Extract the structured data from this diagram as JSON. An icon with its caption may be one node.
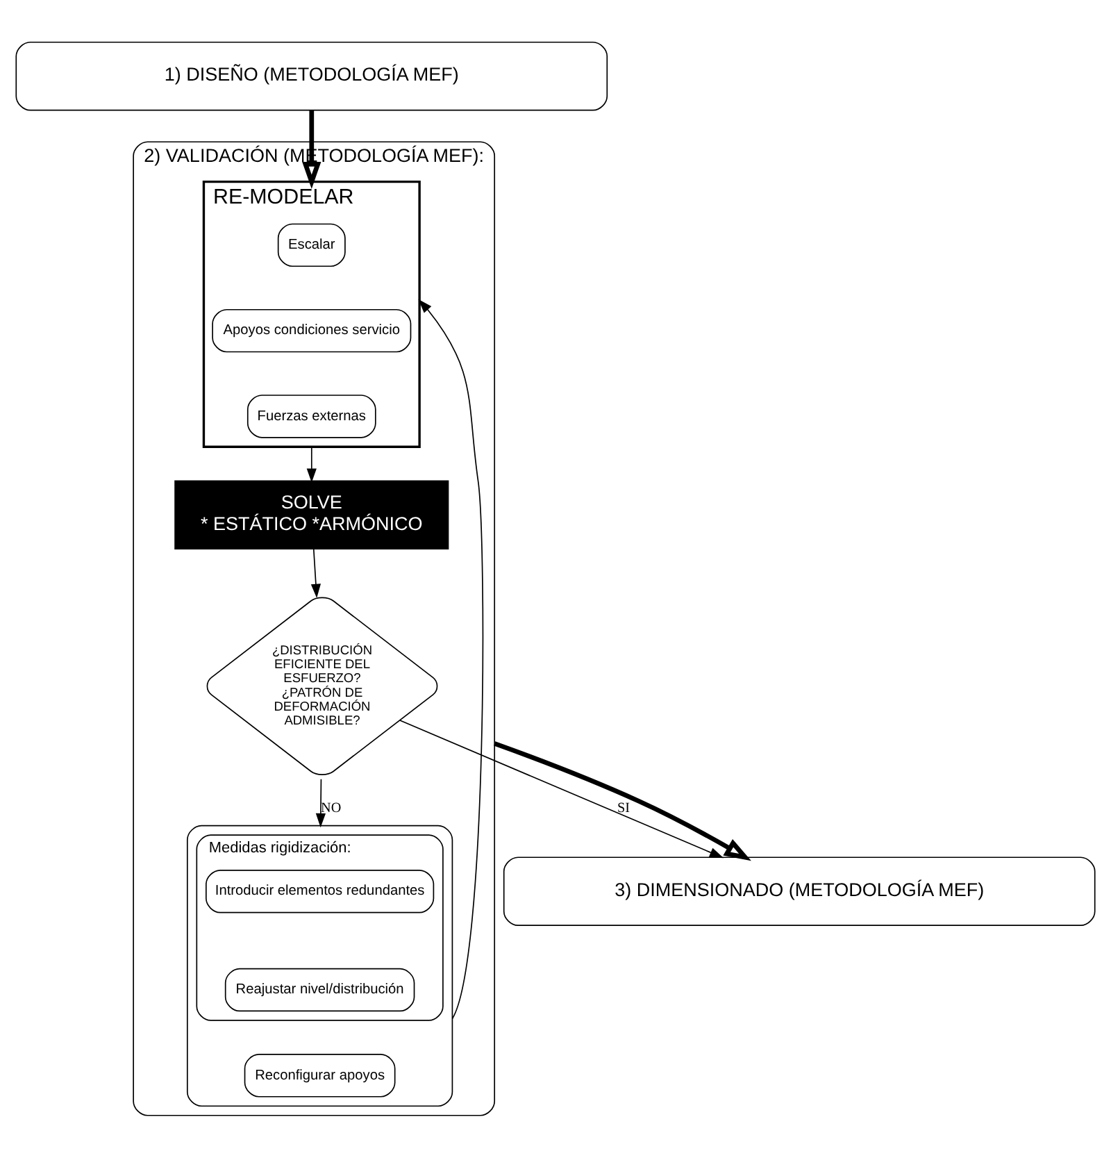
{
  "diagram": {
    "nodes": [
      {
        "text": [
          "1) DISEÑO (METODOLOGÍA MEF)"
        ]
      },
      {
        "text": [
          "2) VALIDACIÓN (METODOLOGÍA MEF):"
        ]
      },
      {
        "text": [
          "RE-MODELAR"
        ],
        "in": 1
      },
      {
        "text": [
          "Escalar"
        ],
        "in": 2
      },
      {
        "text": [
          "Apoyos condiciones servicio"
        ],
        "in": 2
      },
      {
        "text": [
          "Fuerzas externas"
        ],
        "in": 2
      },
      {
        "text": [
          "SOLVE",
          "* ESTÁTICO *ARMÓNICO"
        ],
        "in": 1
      },
      {
        "text": [],
        "shape": "box",
        "in": 1
      },
      {
        "text": [
          "Medidas rigidización:"
        ],
        "in": 7
      },
      {
        "text": [
          "Introducir elementos redundantes"
        ],
        "in": 8
      },
      {
        "text": [
          "Reajustar nivel/distribución"
        ],
        "in": 8
      },
      {
        "text": [
          "Reconfigurar apoyos"
        ],
        "in": 7
      },
      {
        "text": [
          "¿DISTRIBUCIÓN EFICIENTE DEL ESFUERZO? ¿PATRÓN DE DEFORMACIÓN ADMISIBLE?"
        ],
        "in": 1
      },
      {
        "text": [
          "3) DIMENSIONADO (METODOLOGÍA MEF)"
        ]
      }
    ],
    "edges": [
      {
        "from": 0,
        "to": 2,
        "arrow": "to",
        "style": "thick"
      },
      {
        "from": 2,
        "to": 6,
        "arrow": "to"
      },
      {
        "from": 6,
        "to": 12,
        "arrow": "to"
      },
      {
        "from": 12,
        "to": 7,
        "arrow": "to",
        "label": "NO"
      },
      {
        "from": 7,
        "to": 2,
        "arrow": "to"
      },
      {
        "from": 12,
        "to": 13,
        "arrow": "to",
        "label": "SI"
      },
      {
        "from": 1,
        "to": 13,
        "arrow": "to",
        "style": "thick"
      }
    ]
  }
}
